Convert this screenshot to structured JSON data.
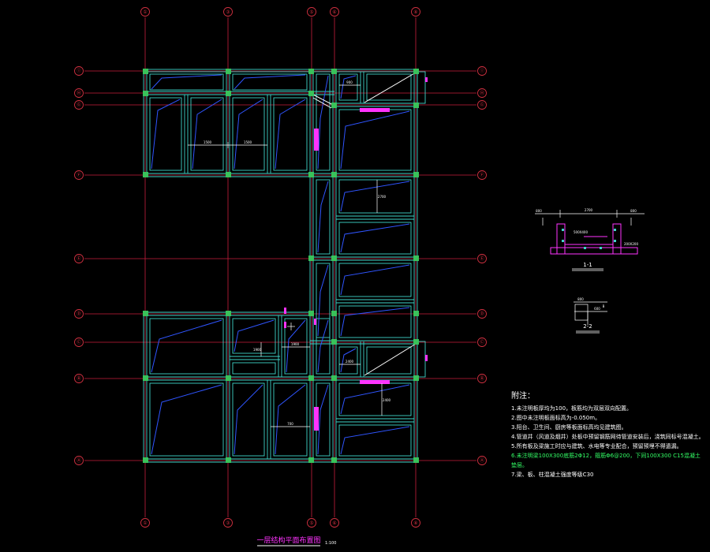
{
  "title": "一层结构平面布置图",
  "scale": "1:100",
  "colors": {
    "background": "#000000",
    "axis_line": "#c81e3c",
    "axis_circle": "#d13040",
    "beam": "#3fd3c8",
    "slab_rebar": "#2f55ff",
    "column": "#39c25a",
    "dimension": "#ffffff",
    "annotation": "#ff33ff",
    "note_highlight": "#33ff66"
  },
  "axes": {
    "vertical": [
      "①",
      "③",
      "⑤",
      "⑥",
      "⑧"
    ],
    "horizontal": [
      "Ⓐ",
      "Ⓑ",
      "Ⓒ",
      "Ⓓ",
      "Ⓔ",
      "Ⓕ",
      "Ⓖ",
      "Ⓗ",
      "Ⓘ"
    ]
  },
  "dimension_labels": [
    "1500",
    "1500",
    "2700",
    "1900",
    "1900",
    "2400",
    "2400",
    "700",
    "900"
  ],
  "sections": {
    "s1": {
      "label": "1-1",
      "dims": [
        "800",
        "800",
        "2700"
      ],
      "tags": [
        "500X400",
        "200X200"
      ]
    },
    "s2": {
      "label": "2-2",
      "dims": [
        "800",
        "600"
      ],
      "tags": [
        "B"
      ]
    }
  },
  "notes": {
    "title": "附注：",
    "lines": [
      "1.未注明板厚均为100，板筋均为双层双向配置。",
      "2.图中未注明板面标高为-0.050m。",
      "3.阳台、卫生间、厨房等板面标高均见建筑图。",
      "4.管道井（风道及烟井）处板中预留钢筋网待管道安装后，浇筑同标号混凝土。",
      "5.所有板及梁施工时应与建筑、水电等专业配合，预留预埋不得遗漏。",
      "6.未注明梁100X300底筋2Φ12，箍筋Φ6@200，下同100X300 C15混凝土垫层。",
      "7.梁、板、柱混凝土强度等级C30"
    ]
  }
}
